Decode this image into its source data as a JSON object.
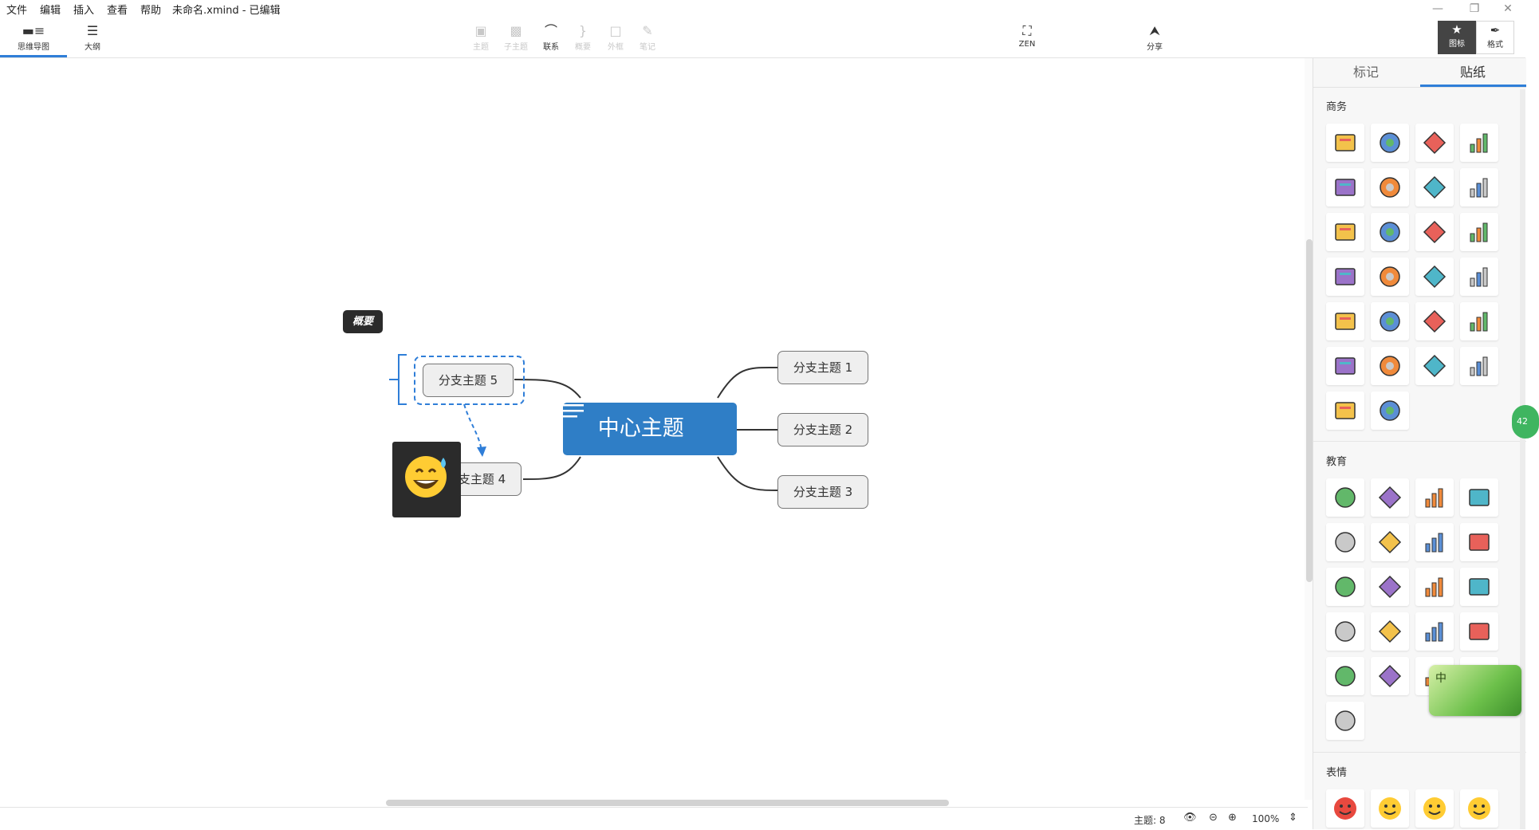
{
  "menubar": {
    "items": [
      "文件",
      "编辑",
      "插入",
      "查看",
      "帮助"
    ],
    "doc_title": "未命名.xmind - 已编辑"
  },
  "toolbar": {
    "view_mindmap": "思维导图",
    "view_outline": "大纲",
    "topic": "主题",
    "subtopic": "子主题",
    "relationship": "联系",
    "summary": "概要",
    "boundary": "外框",
    "notes": "笔记",
    "zen": "ZEN",
    "share": "分享",
    "icon_panel": "图标",
    "format_panel": "格式"
  },
  "mindmap": {
    "central": "中心主题",
    "branches": [
      "分支主题 1",
      "分支主题 2",
      "分支主题 3",
      "分支主题 4",
      "分支主题 5"
    ],
    "summary_label": "概要",
    "sticker": "grinning-sweat-emoji"
  },
  "statusbar": {
    "topic_count": "主题: 8",
    "zoom": "100%"
  },
  "panel": {
    "tabs": [
      "标记",
      "贴纸"
    ],
    "active_tab": "贴纸",
    "categories": [
      {
        "name": "商务",
        "count": 26
      },
      {
        "name": "教育",
        "count": 21
      },
      {
        "name": "表情",
        "count": 4
      }
    ]
  },
  "overlays": {
    "ime_char": "中",
    "badge": "42"
  },
  "colors": {
    "accent": "#2f7ed8",
    "central_topic": "#2f7ec6",
    "branch_fill": "#efefef",
    "dark_label": "#2b2b2b"
  }
}
